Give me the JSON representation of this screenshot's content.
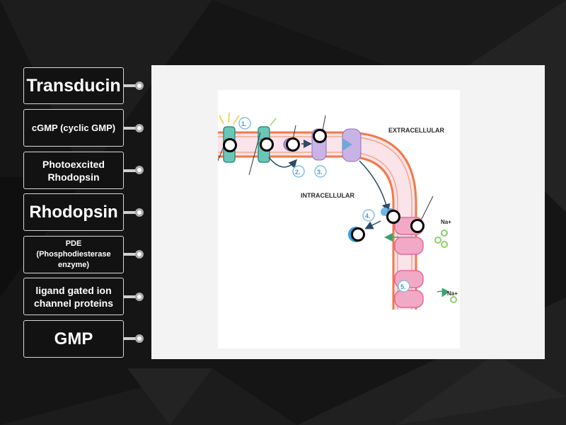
{
  "labels": [
    {
      "id": "transducin",
      "text": "Transducin"
    },
    {
      "id": "cgmp",
      "text": "cGMP (cyclic GMP)"
    },
    {
      "id": "photoexcited-rhodopsin",
      "text": "Photoexcited Rhodopsin"
    },
    {
      "id": "rhodopsin",
      "text": "Rhodopsin"
    },
    {
      "id": "pde",
      "text": "PDE (Phosphodiesterase enzyme)"
    },
    {
      "id": "ligand-gated",
      "text": "ligand gated ion channel proteins"
    },
    {
      "id": "gmp",
      "text": "GMP"
    }
  ],
  "diagram": {
    "extracellular": "EXTRACELLULAR",
    "intracellular": "INTRACELLULAR",
    "steps": [
      "1.",
      "2.",
      "3.",
      "4.",
      "5."
    ],
    "na_top": "Na+",
    "na_bottom": "Na+"
  },
  "colors": {
    "membrane": "#f07a4a",
    "membrane_fill": "#fbe3ea",
    "rhodopsin": "#6cc6b8",
    "transducin": "#b79bd8",
    "channel": "#e46a98",
    "cgmp": "#33a3dc",
    "sodium": "#8ccf6a"
  }
}
